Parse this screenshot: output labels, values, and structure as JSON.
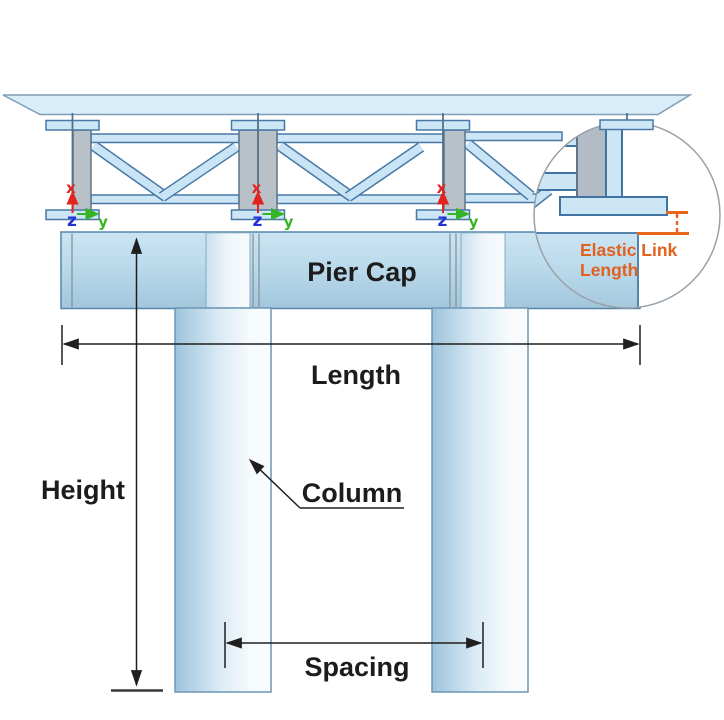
{
  "diagram": {
    "type": "bridge-pier-dimension-diagram",
    "labels": {
      "pier_cap": "Pier Cap",
      "length": "Length",
      "height": "Height",
      "column": "Column",
      "spacing": "Spacing"
    },
    "detail_callout": {
      "line1": "Elastic Link",
      "line2": "Length"
    },
    "axes": {
      "x": "x",
      "y": "y",
      "z": "z"
    },
    "colors": {
      "member_fill": "#cde6f6",
      "member_border": "#4878a5",
      "deck_fill": "#d8edf9",
      "deck_border": "#7f9db5",
      "bearing_gray": "#b8c1c8",
      "bearing_gray_border": "#5e7588",
      "pier_cap_top": "#cce4f3",
      "pier_cap_bottom": "#a3c6dc",
      "column_dark": "#9cc3db",
      "column_light": "#fafcfe",
      "dimension_line": "#1f1f1f",
      "detail_accent": "#e8661b",
      "axis_x_color": "#e0241f",
      "axis_y_color": "#35b523",
      "axis_z_color": "#2430d8",
      "detail_circle_border": "#98a1a8"
    }
  }
}
